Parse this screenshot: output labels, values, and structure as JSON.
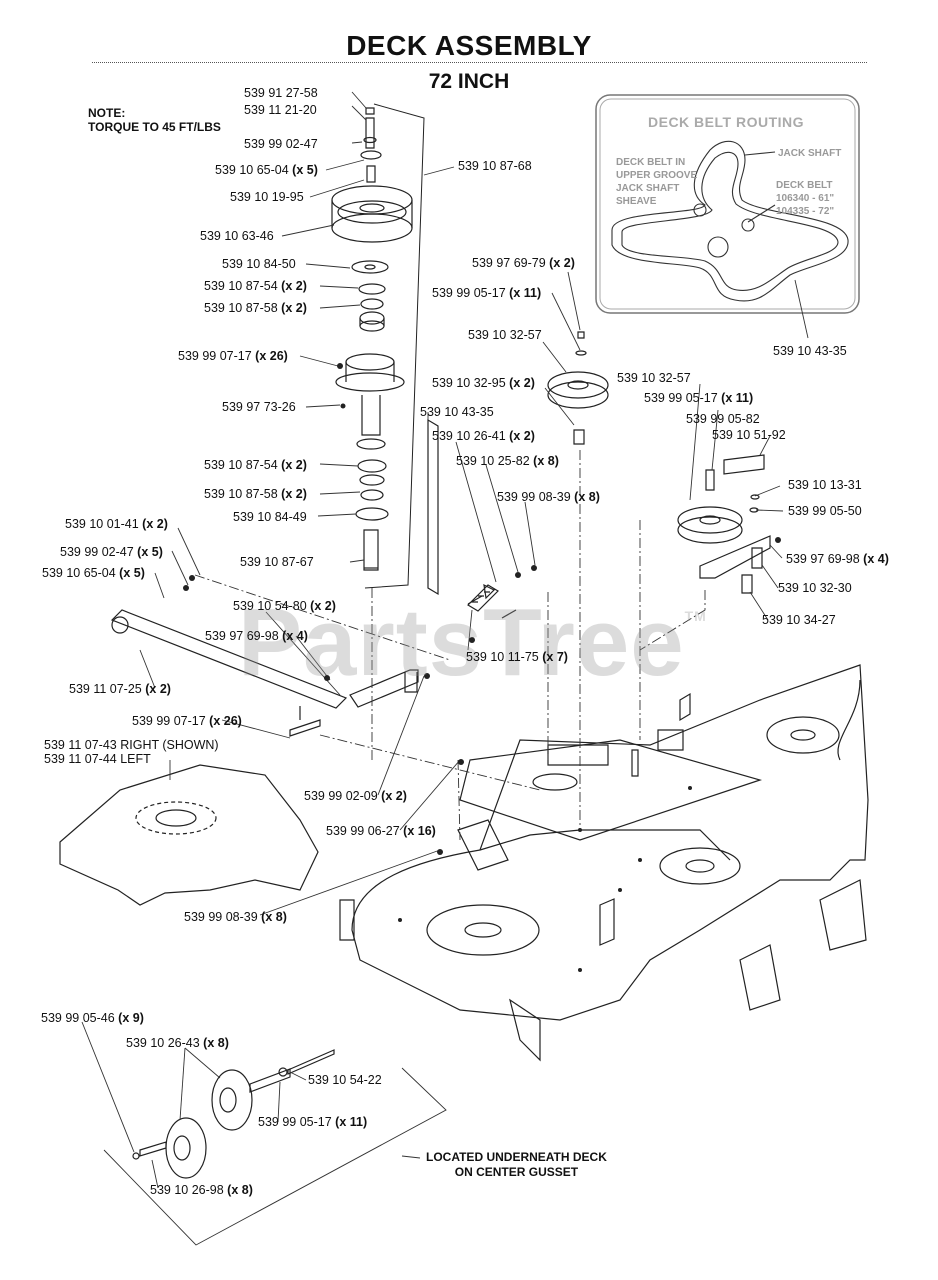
{
  "header": {
    "title": "DECK ASSEMBLY",
    "subtitle": "72 INCH"
  },
  "note": {
    "line1": "NOTE:",
    "line2": "TORQUE TO 45 FT/LBS"
  },
  "watermark": {
    "text": "PartsTree",
    "tm": "TM"
  },
  "routing_box": {
    "title": "DECK BELT ROUTING",
    "left_text": [
      "DECK BELT IN",
      "UPPER GROOVE",
      "JACK SHAFT",
      "SHEAVE"
    ],
    "jack_shaft": "JACK SHAFT",
    "deck_belt": [
      "DECK BELT",
      "106340 - 61\"",
      "104335 - 72\""
    ]
  },
  "underneath_note": [
    "LOCATED UNDERNEATH DECK",
    "ON CENTER GUSSET"
  ],
  "parts": [
    {
      "number": "539 91 27-58",
      "qty": ""
    },
    {
      "number": "539 11 21-20",
      "qty": ""
    },
    {
      "number": "539 99 02-47",
      "qty": ""
    },
    {
      "number": "539 10 65-04",
      "qty": "(x 5)"
    },
    {
      "number": "539 10 87-68",
      "qty": ""
    },
    {
      "number": "539 10 19-95",
      "qty": ""
    },
    {
      "number": "539 10 63-46",
      "qty": ""
    },
    {
      "number": "539 10 84-50",
      "qty": ""
    },
    {
      "number": "539 97 69-79",
      "qty": "(x 2)"
    },
    {
      "number": "539 10 87-54",
      "qty": "(x 2)"
    },
    {
      "number": "539 99 05-17",
      "qty": "(x 11)"
    },
    {
      "number": "539 10 87-58",
      "qty": "(x 2)"
    },
    {
      "number": "539 10 32-57",
      "qty": ""
    },
    {
      "number": "539 99 07-17",
      "qty": "(x 26)"
    },
    {
      "number": "539 10 32-95",
      "qty": "(x 2)"
    },
    {
      "number": "539 10 32-57",
      "qty": ""
    },
    {
      "number": "539 97 73-26",
      "qty": ""
    },
    {
      "number": "539 99 05-17",
      "qty": "(x 11)"
    },
    {
      "number": "539 10 43-35",
      "qty": ""
    },
    {
      "number": "539 99 05-82",
      "qty": ""
    },
    {
      "number": "539 10 26-41",
      "qty": "(x 2)"
    },
    {
      "number": "539 10 51-92",
      "qty": ""
    },
    {
      "number": "539 10 87-54",
      "qty": "(x 2)"
    },
    {
      "number": "539 10 25-82",
      "qty": "(x 8)"
    },
    {
      "number": "539 10 13-31",
      "qty": ""
    },
    {
      "number": "539 10 87-58",
      "qty": "(x 2)"
    },
    {
      "number": "539 99 08-39",
      "qty": "(x 8)"
    },
    {
      "number": "539 99 05-50",
      "qty": ""
    },
    {
      "number": "539 10 84-49",
      "qty": ""
    },
    {
      "number": "539 10 01-41",
      "qty": "(x 2)"
    },
    {
      "number": "539 99 02-47",
      "qty": "(x 5)"
    },
    {
      "number": "539 10 87-67",
      "qty": ""
    },
    {
      "number": "539 97 69-98",
      "qty": "(x 4)"
    },
    {
      "number": "539 10 65-04",
      "qty": "(x 5)"
    },
    {
      "number": "539 10 32-30",
      "qty": ""
    },
    {
      "number": "539 10 54-80",
      "qty": "(x 2)"
    },
    {
      "number": "539 10 34-27",
      "qty": ""
    },
    {
      "number": "539 97 69-98",
      "qty": "(x 4)"
    },
    {
      "number": "539 10 11-75",
      "qty": "(x 7)"
    },
    {
      "number": "539 11 07-25",
      "qty": "(x 2)"
    },
    {
      "number": "539 99 07-17",
      "qty": "(x 26)"
    },
    {
      "number": "539 11 07-43 RIGHT (SHOWN)",
      "qty": ""
    },
    {
      "number": "539 11 07-44 LEFT",
      "qty": ""
    },
    {
      "number": "539 99 02-09",
      "qty": "(x 2)"
    },
    {
      "number": "539 99 06-27",
      "qty": "(x 16)"
    },
    {
      "number": "539 99 08-39",
      "qty": "(x 8)"
    },
    {
      "number": "539 99 05-46",
      "qty": "(x 9)"
    },
    {
      "number": "539 10 26-43",
      "qty": "(x 8)"
    },
    {
      "number": "539 10 54-22",
      "qty": ""
    },
    {
      "number": "539 99 05-17",
      "qty": "(x 11)"
    },
    {
      "number": "539 10 26-98",
      "qty": "(x 8)"
    },
    {
      "number": "539 10 43-35",
      "qty": ""
    }
  ]
}
